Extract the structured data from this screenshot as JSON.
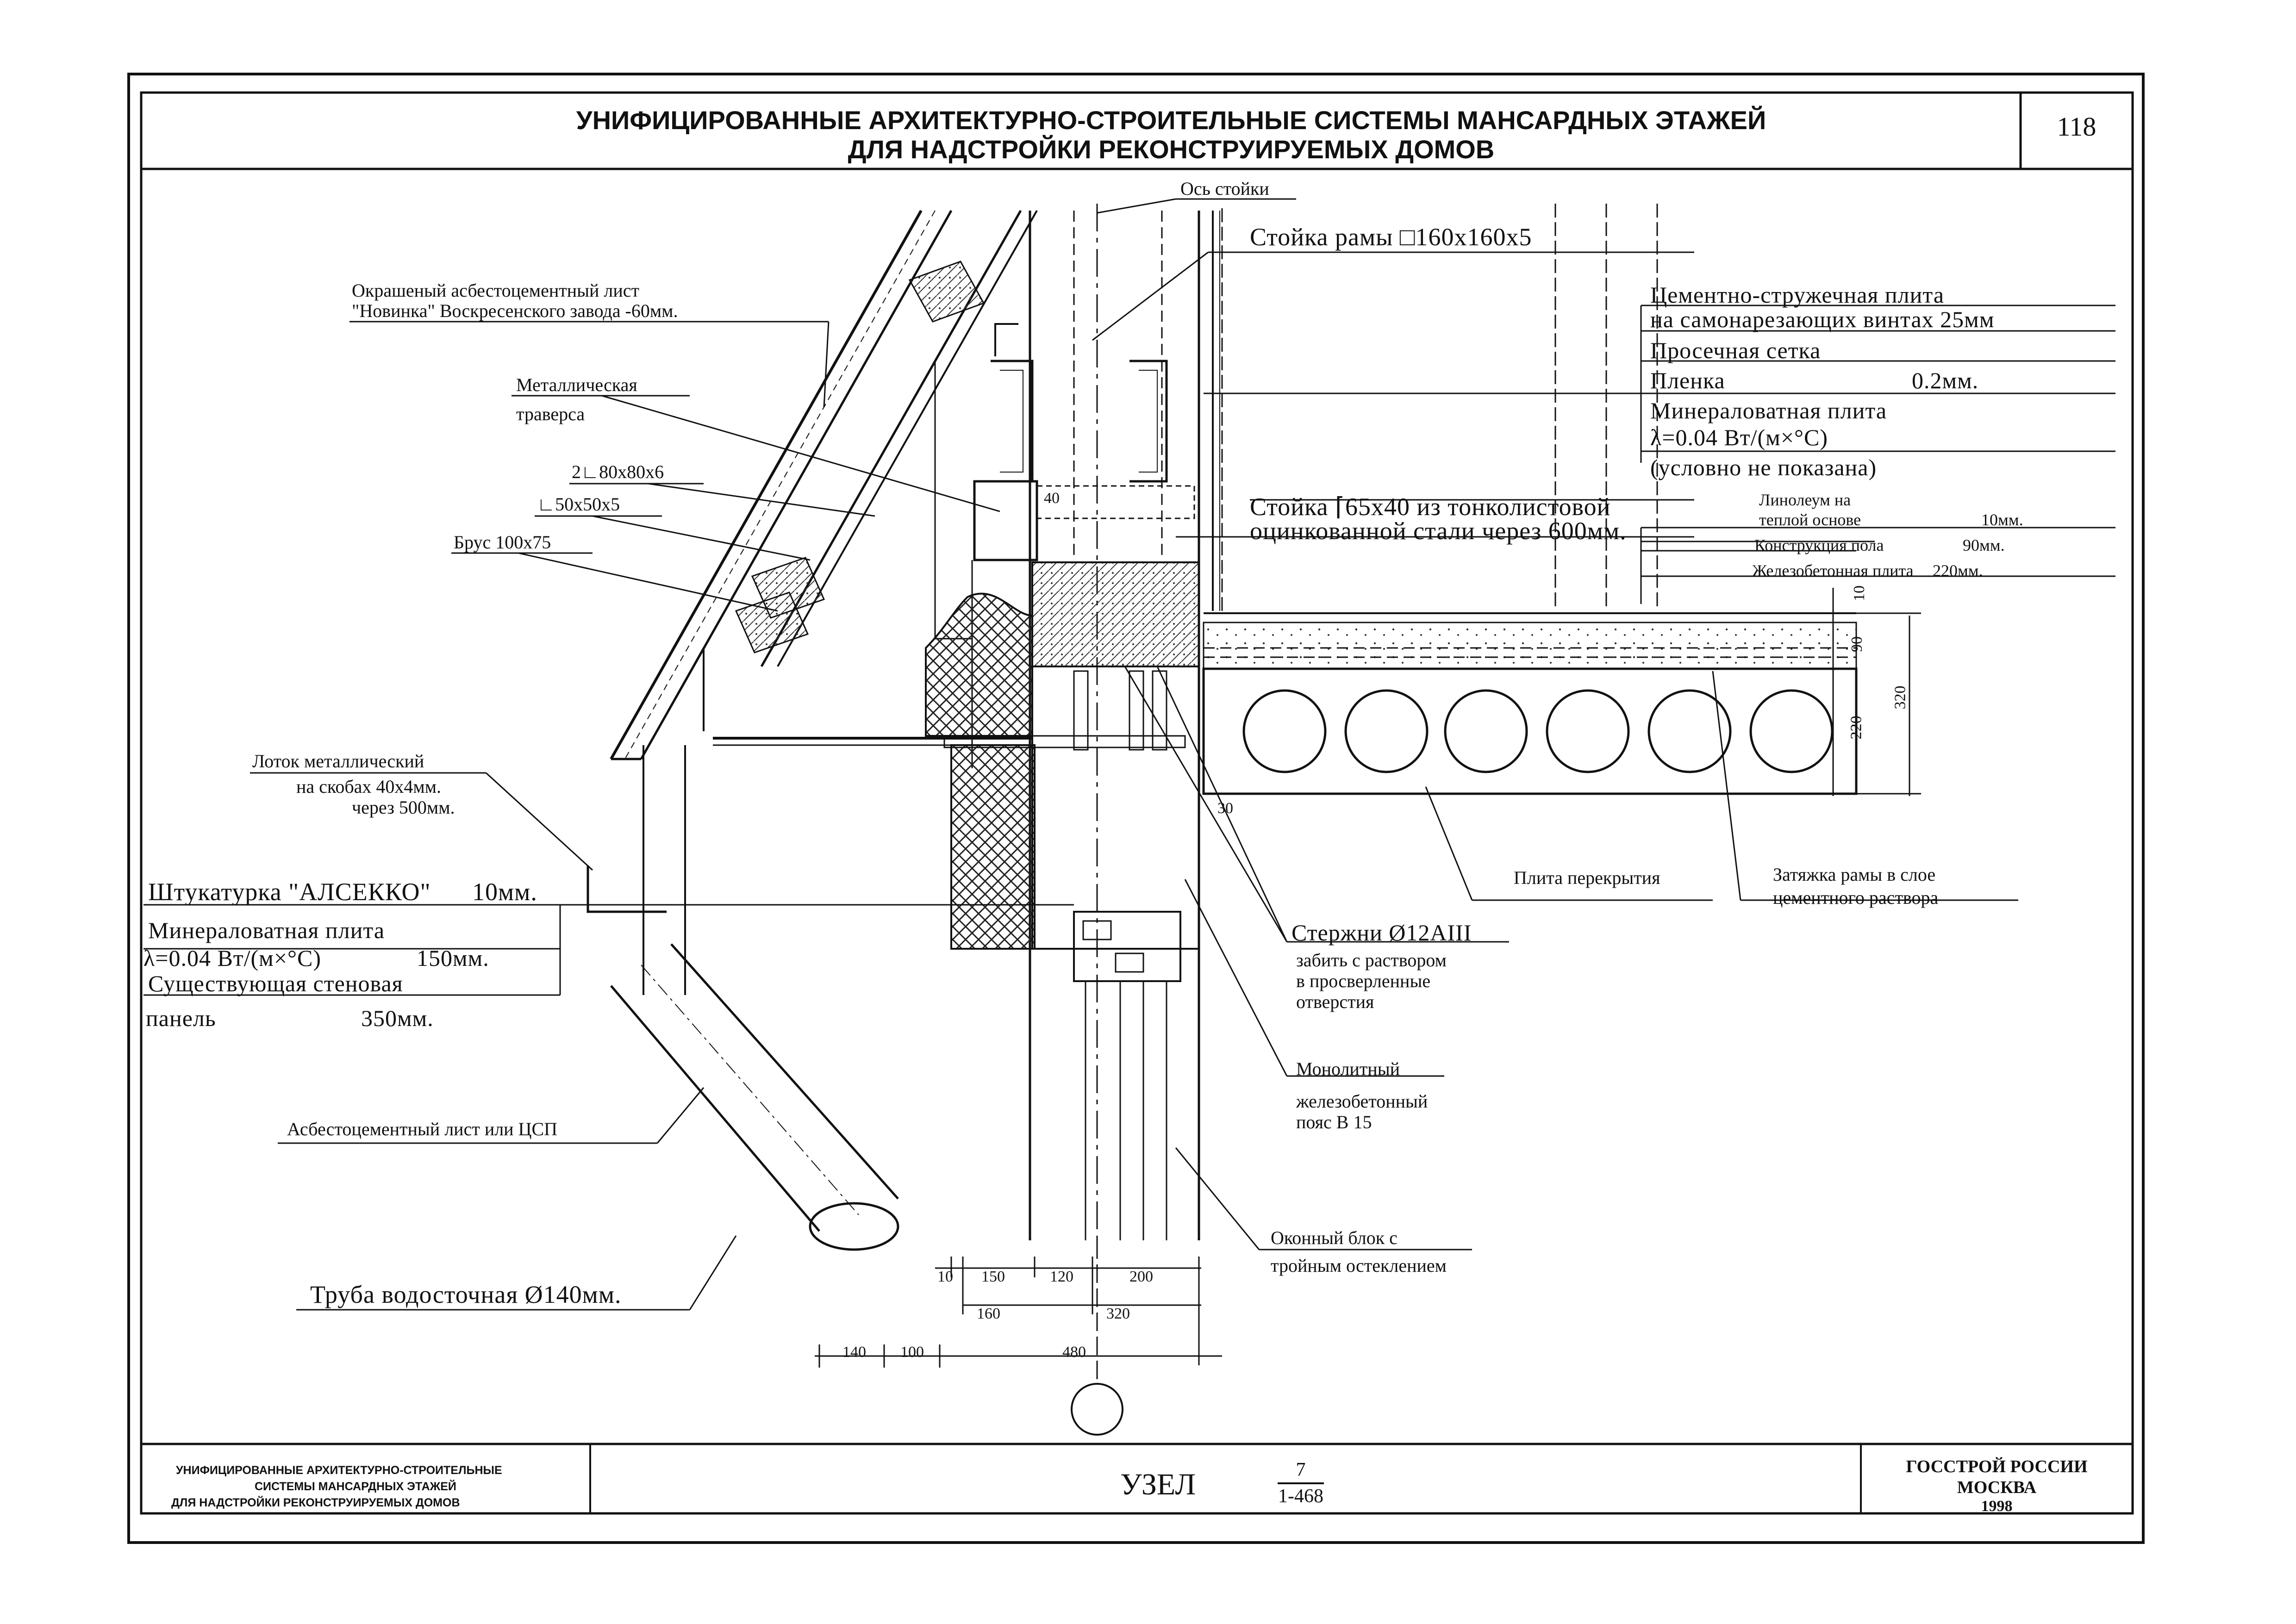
{
  "header": {
    "title_line1": "УНИФИЦИРОВАННЫЕ АРХИТЕКТУРНО-СТРОИТЕЛЬНЫЕ СИСТЕМЫ МАНСАРДНЫХ ЭТАЖЕЙ",
    "title_line2": "ДЛЯ НАДСТРОЙКИ РЕКОНСТРУИРУЕМЫХ ДОМОВ",
    "sheet_number": "118"
  },
  "labels": {
    "post_axis": "Ось стойки",
    "frame_post": "Стойка рамы □160х160х5",
    "asbestos_sheet_l1": "Окрашеный асбестоцементный лист",
    "asbestos_sheet_l2": "\"Новинка\" Воскресенского завода -60мм.",
    "traverse_l1": "Металлическая",
    "traverse_l2": "траверса",
    "angle_2l": "2∟80х80х6",
    "angle_l": "∟50х50х5",
    "beam": "Брус 100х75",
    "csp_l1": "Цементно-стружечная плита",
    "csp_l2": "на самонарезающих винтах 25мм",
    "mesh": "Просечная сетка",
    "film": "Пленка",
    "film_val": "0.2мм.",
    "mineral_l1": "Минераловатная плита",
    "mineral_l2": "λ=0.04 Вт/(м×°С)",
    "mineral_l3": "(условно не показана)",
    "steel_post_l1": "Стойка ⌈65х40 из тонколистовой",
    "steel_post_l2": "оцинкованной стали через 600мм.",
    "linoleum_l1": "Линолеум на",
    "linoleum_l2": "теплой основе",
    "linoleum_val": "10мм.",
    "floor_construction": "Конструкция пола",
    "floor_construction_val": "90мм.",
    "rc_slab": "Железобетонная плита",
    "rc_slab_val": "220мм.",
    "gutter_l1": "Лоток металлический",
    "gutter_l2": "на скобах 40х4мм.",
    "gutter_l3": "через 500мм.",
    "plaster": "Штукатурка \"АЛСЕККО\"",
    "plaster_val": "10мм.",
    "wall_mineral_l1": "Минераловатная плита",
    "wall_mineral_l2": "λ=0.04 Вт/(м×°С)",
    "wall_mineral_val": "150мм.",
    "existing_panel_l1": "Существующая стеновая",
    "existing_panel_l2": "панель",
    "existing_panel_val": "350мм.",
    "floor_slab": "Плита перекрытия",
    "tie_l1": "Затяжка рамы в слое",
    "tie_l2": "цементного раствора",
    "rods_l1": "Стержни Ø12АIII",
    "rods_l2": "забить с раствором",
    "rods_l3": "в просверленные",
    "rods_l4": "отверстия",
    "monolith_l1": "Монолитный",
    "monolith_l2": "железобетонный",
    "monolith_l3": "пояс В 15",
    "asbestos_or_csp": "Асбестоцементный лист или ЦСП",
    "window_l1": "Оконный блок с",
    "window_l2": "тройным остеклением",
    "downpipe": "Труба водосточная Ø140мм."
  },
  "dimensions": {
    "d40": "40",
    "d30": "30",
    "v10": "10",
    "v90": "90",
    "v220": "220",
    "v320": "320",
    "b10": "10",
    "b150": "150",
    "b120": "120",
    "b200": "200",
    "b160": "160",
    "b320": "320",
    "b140": "140",
    "b100": "100",
    "b480": "480"
  },
  "title_block": {
    "left_l1": "УНИФИЦИРОВАННЫЕ АРХИТЕКТУРНО-СТРОИТЕЛЬНЫЕ",
    "left_l2": "СИСТЕМЫ МАНСАРДНЫХ ЭТАЖЕЙ",
    "left_l3": "ДЛЯ НАДСТРОЙКИ РЕКОНСТРУИРУЕМЫХ ДОМОВ",
    "node_word": "УЗЕЛ",
    "node_num": "7",
    "node_sheet": "1-468",
    "org_l1": "ГОССТРОЙ РОССИИ",
    "org_l2": "МОСКВА",
    "org_l3": "1998"
  }
}
